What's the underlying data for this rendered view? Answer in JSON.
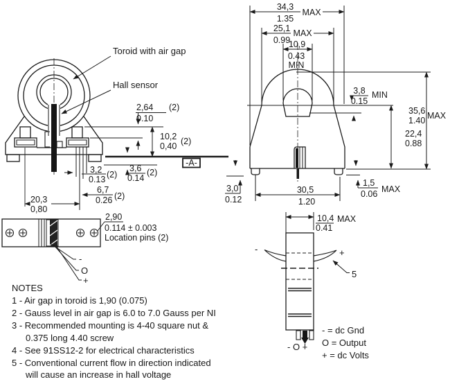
{
  "title_labels": {
    "toroid": "Toroid with air gap",
    "hall_sensor": "Hall sensor"
  },
  "front_view": {
    "dim_post_offset": {
      "mm": "2,64",
      "in": "0.10",
      "qty": "(2)"
    },
    "dim_post_height": {
      "mm": "10,2",
      "in": "0,40",
      "qty": "(2)"
    },
    "datum": "-A-",
    "dim_lead_width": {
      "mm": "3,2",
      "in": "0.13",
      "qty": "(2)"
    },
    "dim_lead_offset": {
      "mm": "3,6",
      "in": "0.14",
      "qty": "(2)"
    },
    "dim_lead_span": {
      "mm": "6,7",
      "in": "0.26",
      "qty": "(2)"
    },
    "dim_nut_spacing": {
      "mm": "20,3",
      "in": "0,80"
    }
  },
  "bottom_view": {
    "dim_location_pin": {
      "mm": "2,90",
      "in": "0.114 ± 0.003",
      "note": "Location pins (2)"
    },
    "lead_labels": {
      "minus": "-",
      "output": "O",
      "plus": "+"
    }
  },
  "side_view": {
    "dim_overall_width": {
      "mm": "34,3",
      "in": "1.35",
      "suffix": "MAX"
    },
    "dim_top_width": {
      "mm": "25,1",
      "in": "0.99",
      "suffix": "MAX"
    },
    "dim_hole": {
      "mm": "10,9",
      "in": "0.43",
      "suffix": "MIN"
    },
    "dim_gap": {
      "mm": "3,8",
      "in": "0.15",
      "suffix": "MIN"
    },
    "dim_overall_height": {
      "mm": "35,6",
      "in": "1.40",
      "suffix": "MAX"
    },
    "dim_center_height": {
      "mm": "22,4",
      "in": "0.88"
    },
    "dim_standoff": {
      "mm": "3,0",
      "in": "0.12"
    },
    "dim_foot_span": {
      "mm": "30,5",
      "in": "1.20"
    },
    "dim_foot_height": {
      "mm": "1,5",
      "in": "0.06",
      "suffix": "MAX"
    }
  },
  "profile_view": {
    "dim_thickness": {
      "mm": "10,4",
      "in": "0.41",
      "suffix": "MAX"
    },
    "wire_minus": "-",
    "wire_plus": "+",
    "note_ref": "5",
    "pin_row": "- O +",
    "legend": {
      "gnd": "- = dc Gnd",
      "output": "O = Output",
      "volts": "+ = dc Volts"
    }
  },
  "notes": {
    "title": "NOTES",
    "lines": [
      "1 - Air gap in toroid is 1,90 (0.075)",
      "2 - Gauss level in air gap is 6.0 to 7.0 Gauss per NI",
      "3 - Recommended mounting is 4-40 square nut &",
      "0.375 long 4.40 screw",
      "4 - See 91SS12-2 for electrical characteristics",
      "5 - Conventional current flow in direction indicated",
      "will cause an increase in hall voltage"
    ]
  }
}
